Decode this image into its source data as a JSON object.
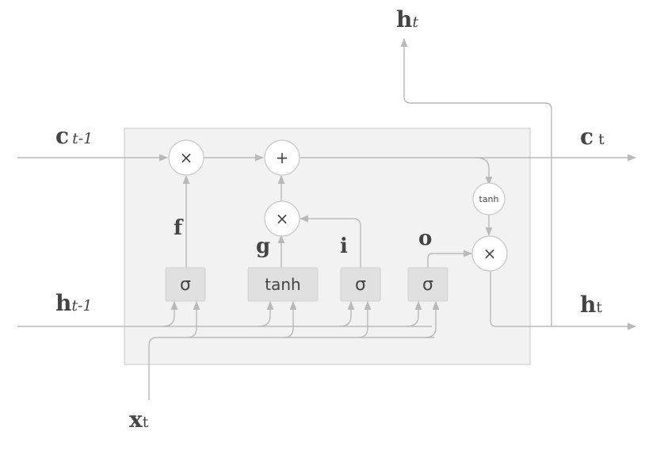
{
  "labels": {
    "h_top_base": "h",
    "h_top_sub": "t",
    "c_prev_base": "c",
    "c_prev_sub": "t-1",
    "c_next_base": "c",
    "c_next_sub": "t",
    "h_prev_base": "h",
    "h_prev_sub": "t-1",
    "h_next_base": "h",
    "h_next_sub": "t",
    "x_base": "x",
    "x_sub": "t",
    "gate_f": "f",
    "gate_g": "g",
    "gate_i": "i",
    "gate_o": "o"
  },
  "ops": {
    "mult_forget": "×",
    "add": "+",
    "mult_input": "×",
    "tanh_cell": "tanh",
    "mult_output": "×"
  },
  "boxes": {
    "sigma_f": "σ",
    "tanh_g": "tanh",
    "sigma_i": "σ",
    "sigma_o": "σ"
  },
  "colors": {
    "cell_fill": "#f2f2f2",
    "cell_stroke": "#cfcfcf",
    "box_fill": "#e0e0e0",
    "box_stroke": "#d0d0d0",
    "line": "#b9b9b9",
    "text": "#444444"
  }
}
